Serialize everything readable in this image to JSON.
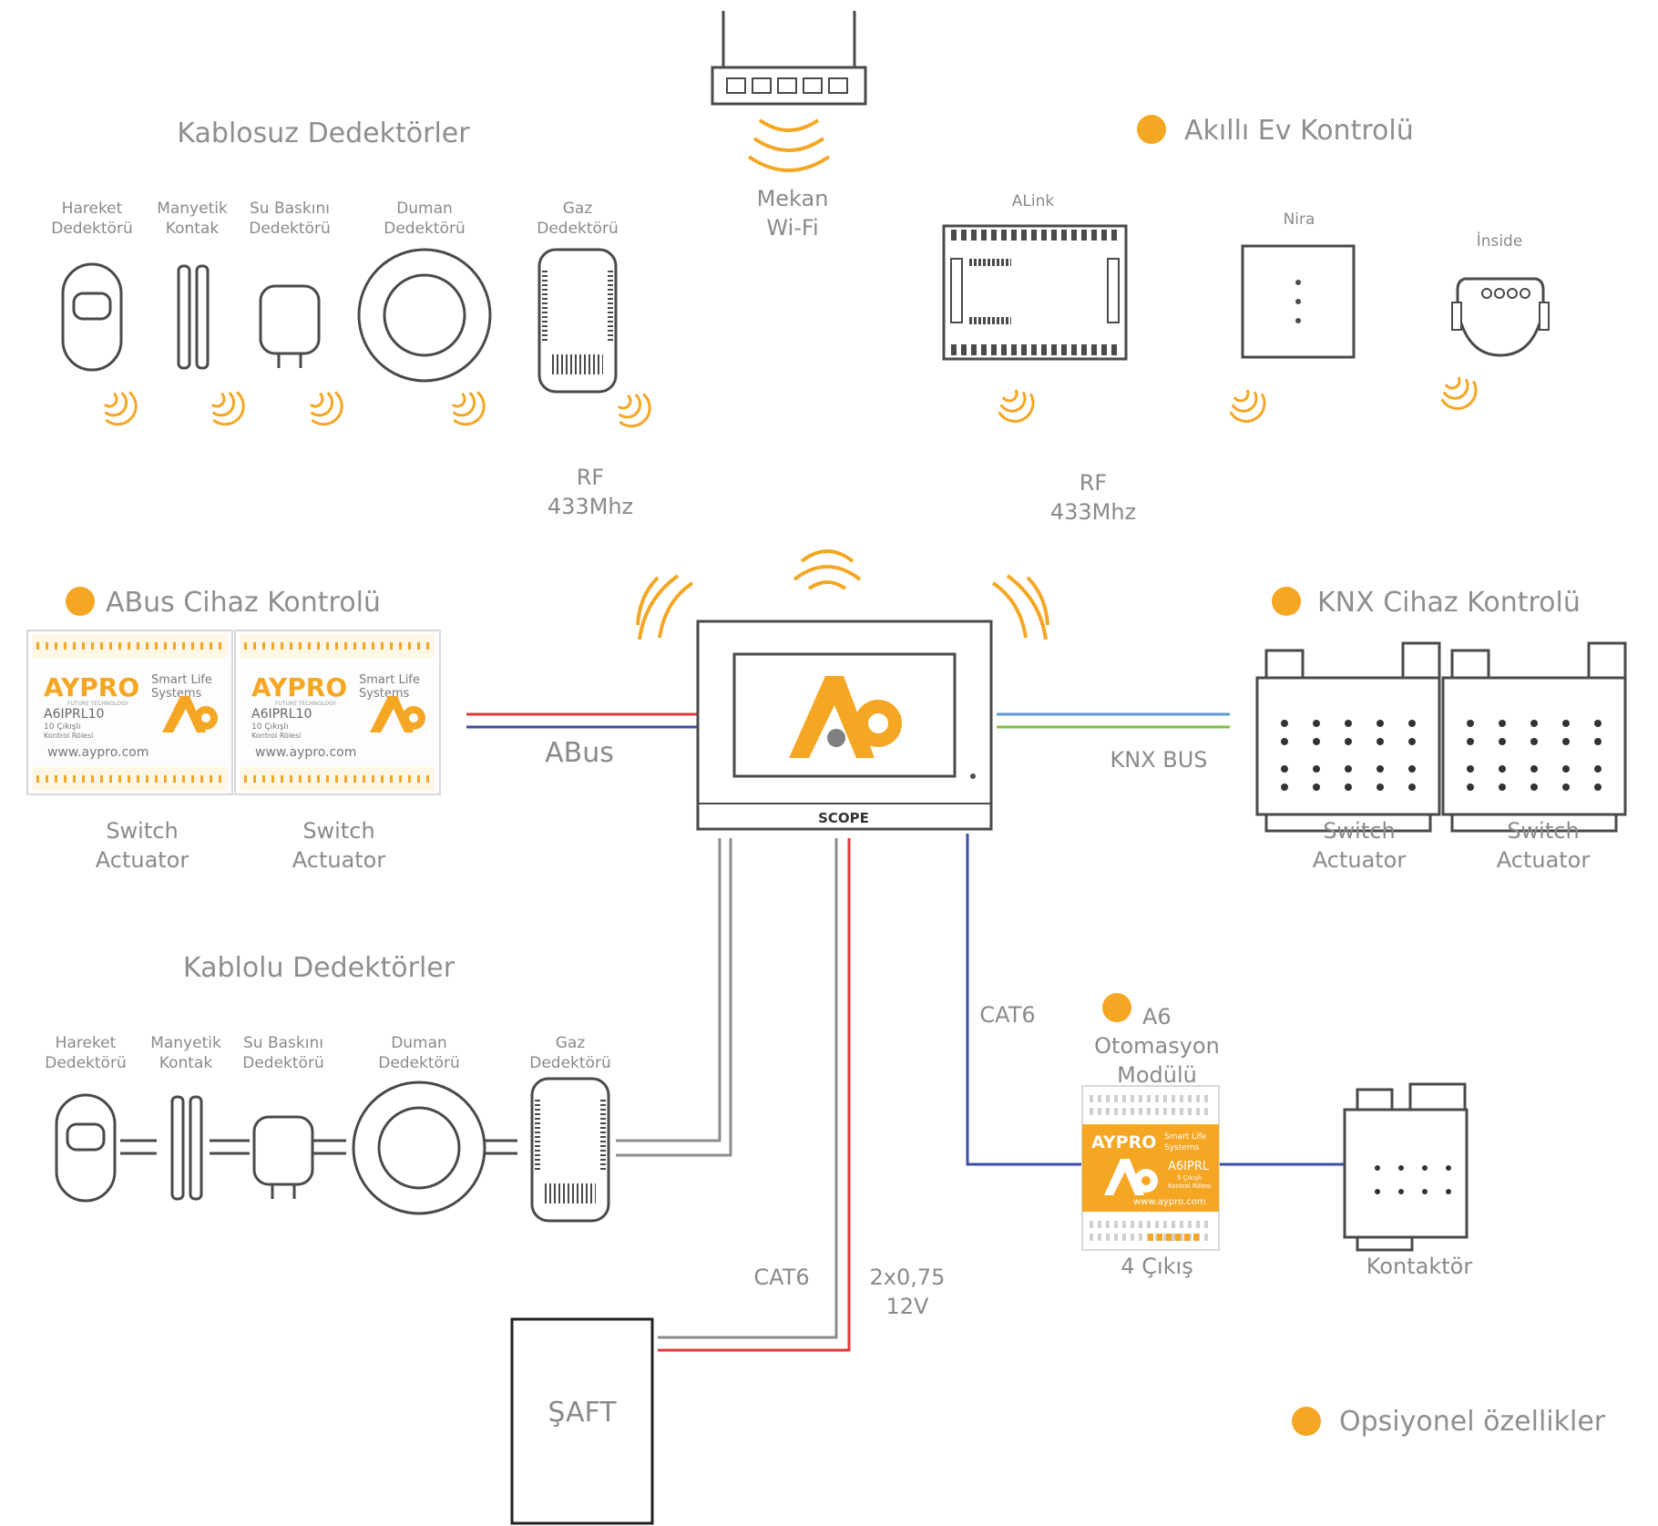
{
  "colors": {
    "accent": "#F5A623",
    "line_gray": "#8c8c8c",
    "line_red": "#e03a3a",
    "line_blue": "#3b4fa3",
    "line_green": "#7cc242",
    "line_lightblue": "#5b9bd5",
    "device_stroke": "#4a4a4a"
  },
  "router": {
    "label_line1": "Mekan",
    "label_line2": "Wi-Fi"
  },
  "wireless_detectors": {
    "title": "Kablosuz Dedektörler",
    "items": [
      {
        "line1": "Hareket",
        "line2": "Dedektörü"
      },
      {
        "line1": "Manyetik",
        "line2": "Kontak"
      },
      {
        "line1": "Su Baskını",
        "line2": "Dedektörü"
      },
      {
        "line1": "Duman",
        "line2": "Dedektörü"
      },
      {
        "line1": "Gaz",
        "line2": "Dedektörü"
      }
    ],
    "rf_line1": "RF",
    "rf_line2": "433Mhz"
  },
  "smart_home": {
    "title": "Akıllı Ev Kontrolü",
    "items": [
      "ALink",
      "Nira",
      "İnside"
    ],
    "rf_line1": "RF",
    "rf_line2": "433Mhz"
  },
  "abus": {
    "title": "ABus Cihaz Kontrolü",
    "bus_label": "ABus",
    "module_brand": "AYPRO",
    "module_tagline1": "Smart Life",
    "module_tagline2": "Systems",
    "module_sub": "FUTURE TECHNOLOGY",
    "module_model": "A6IPRL10",
    "module_desc1": "10 Çıkışlı",
    "module_desc2": "Kontrol Rölesi",
    "module_url": "www.aypro.com",
    "actuators": [
      {
        "line1": "Switch",
        "line2": "Actuator"
      },
      {
        "line1": "Switch",
        "line2": "Actuator"
      }
    ]
  },
  "panel": {
    "brand": "SCOPE",
    "logo": "A6"
  },
  "knx": {
    "title": "KNX Cihaz Kontrolü",
    "bus_label": "KNX BUS",
    "actuators": [
      {
        "line1": "Switch",
        "line2": "Actuator"
      },
      {
        "line1": "Switch",
        "line2": "Actuator"
      }
    ]
  },
  "wired_detectors": {
    "title": "Kablolu Dedektörler",
    "items": [
      {
        "line1": "Hareket",
        "line2": "Dedektörü"
      },
      {
        "line1": "Manyetik",
        "line2": "Kontak"
      },
      {
        "line1": "Su Baskını",
        "line2": "Dedektörü"
      },
      {
        "line1": "Duman",
        "line2": "Dedektörü"
      },
      {
        "line1": "Gaz",
        "line2": "Dedektörü"
      }
    ]
  },
  "cables": {
    "cat6_left": "CAT6",
    "power_line1": "2x0,75",
    "power_line2": "12V",
    "cat6_right": "CAT6"
  },
  "automation": {
    "title_line1": "A6",
    "title_line2": "Otomasyon",
    "title_line3": "Modülü",
    "outputs": "4 Çıkış",
    "contactor": "Kontaktör",
    "module_brand": "AYPRO",
    "module_tagline1": "Smart Life",
    "module_tagline2": "Systems",
    "module_model": "A6IPRL",
    "module_desc1": "5 Çıkışlı",
    "module_desc2": "Kontrol Rölesi",
    "module_url": "www.aypro.com"
  },
  "shaft": {
    "label": "ŞAFT"
  },
  "legend": {
    "optional": "Opsiyonel özellikler"
  }
}
